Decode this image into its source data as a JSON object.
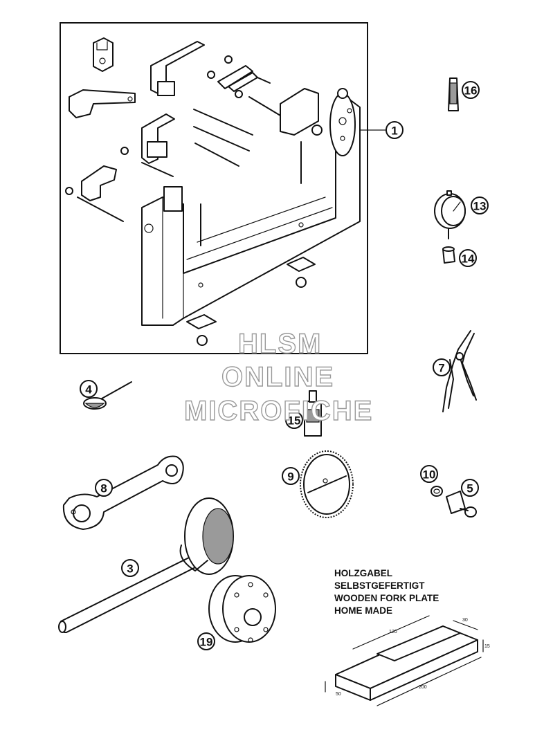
{
  "callouts": [
    {
      "id": "c1",
      "label": "1"
    },
    {
      "id": "c16",
      "label": "16"
    },
    {
      "id": "c13",
      "label": "13"
    },
    {
      "id": "c14",
      "label": "14"
    },
    {
      "id": "c7",
      "label": "7"
    },
    {
      "id": "c4",
      "label": "4"
    },
    {
      "id": "c15",
      "label": "15"
    },
    {
      "id": "c8",
      "label": "8"
    },
    {
      "id": "c9",
      "label": "9"
    },
    {
      "id": "c10",
      "label": "10"
    },
    {
      "id": "c5",
      "label": "5"
    },
    {
      "id": "c3",
      "label": "3"
    },
    {
      "id": "c19",
      "label": "19"
    }
  ],
  "note": {
    "line1": "HOLZGABEL",
    "line2": "SELBSTGEFERTIGT",
    "line3": "WOODEN FORK PLATE",
    "line4": "HOME MADE"
  },
  "dimensions": {
    "length_top": "120",
    "width": "30",
    "height": "15",
    "length_bottom": "200",
    "width_bottom": "50"
  },
  "watermark": {
    "line1": "HLSM",
    "line2": "ONLINE",
    "line3": "MICROFICHE"
  }
}
